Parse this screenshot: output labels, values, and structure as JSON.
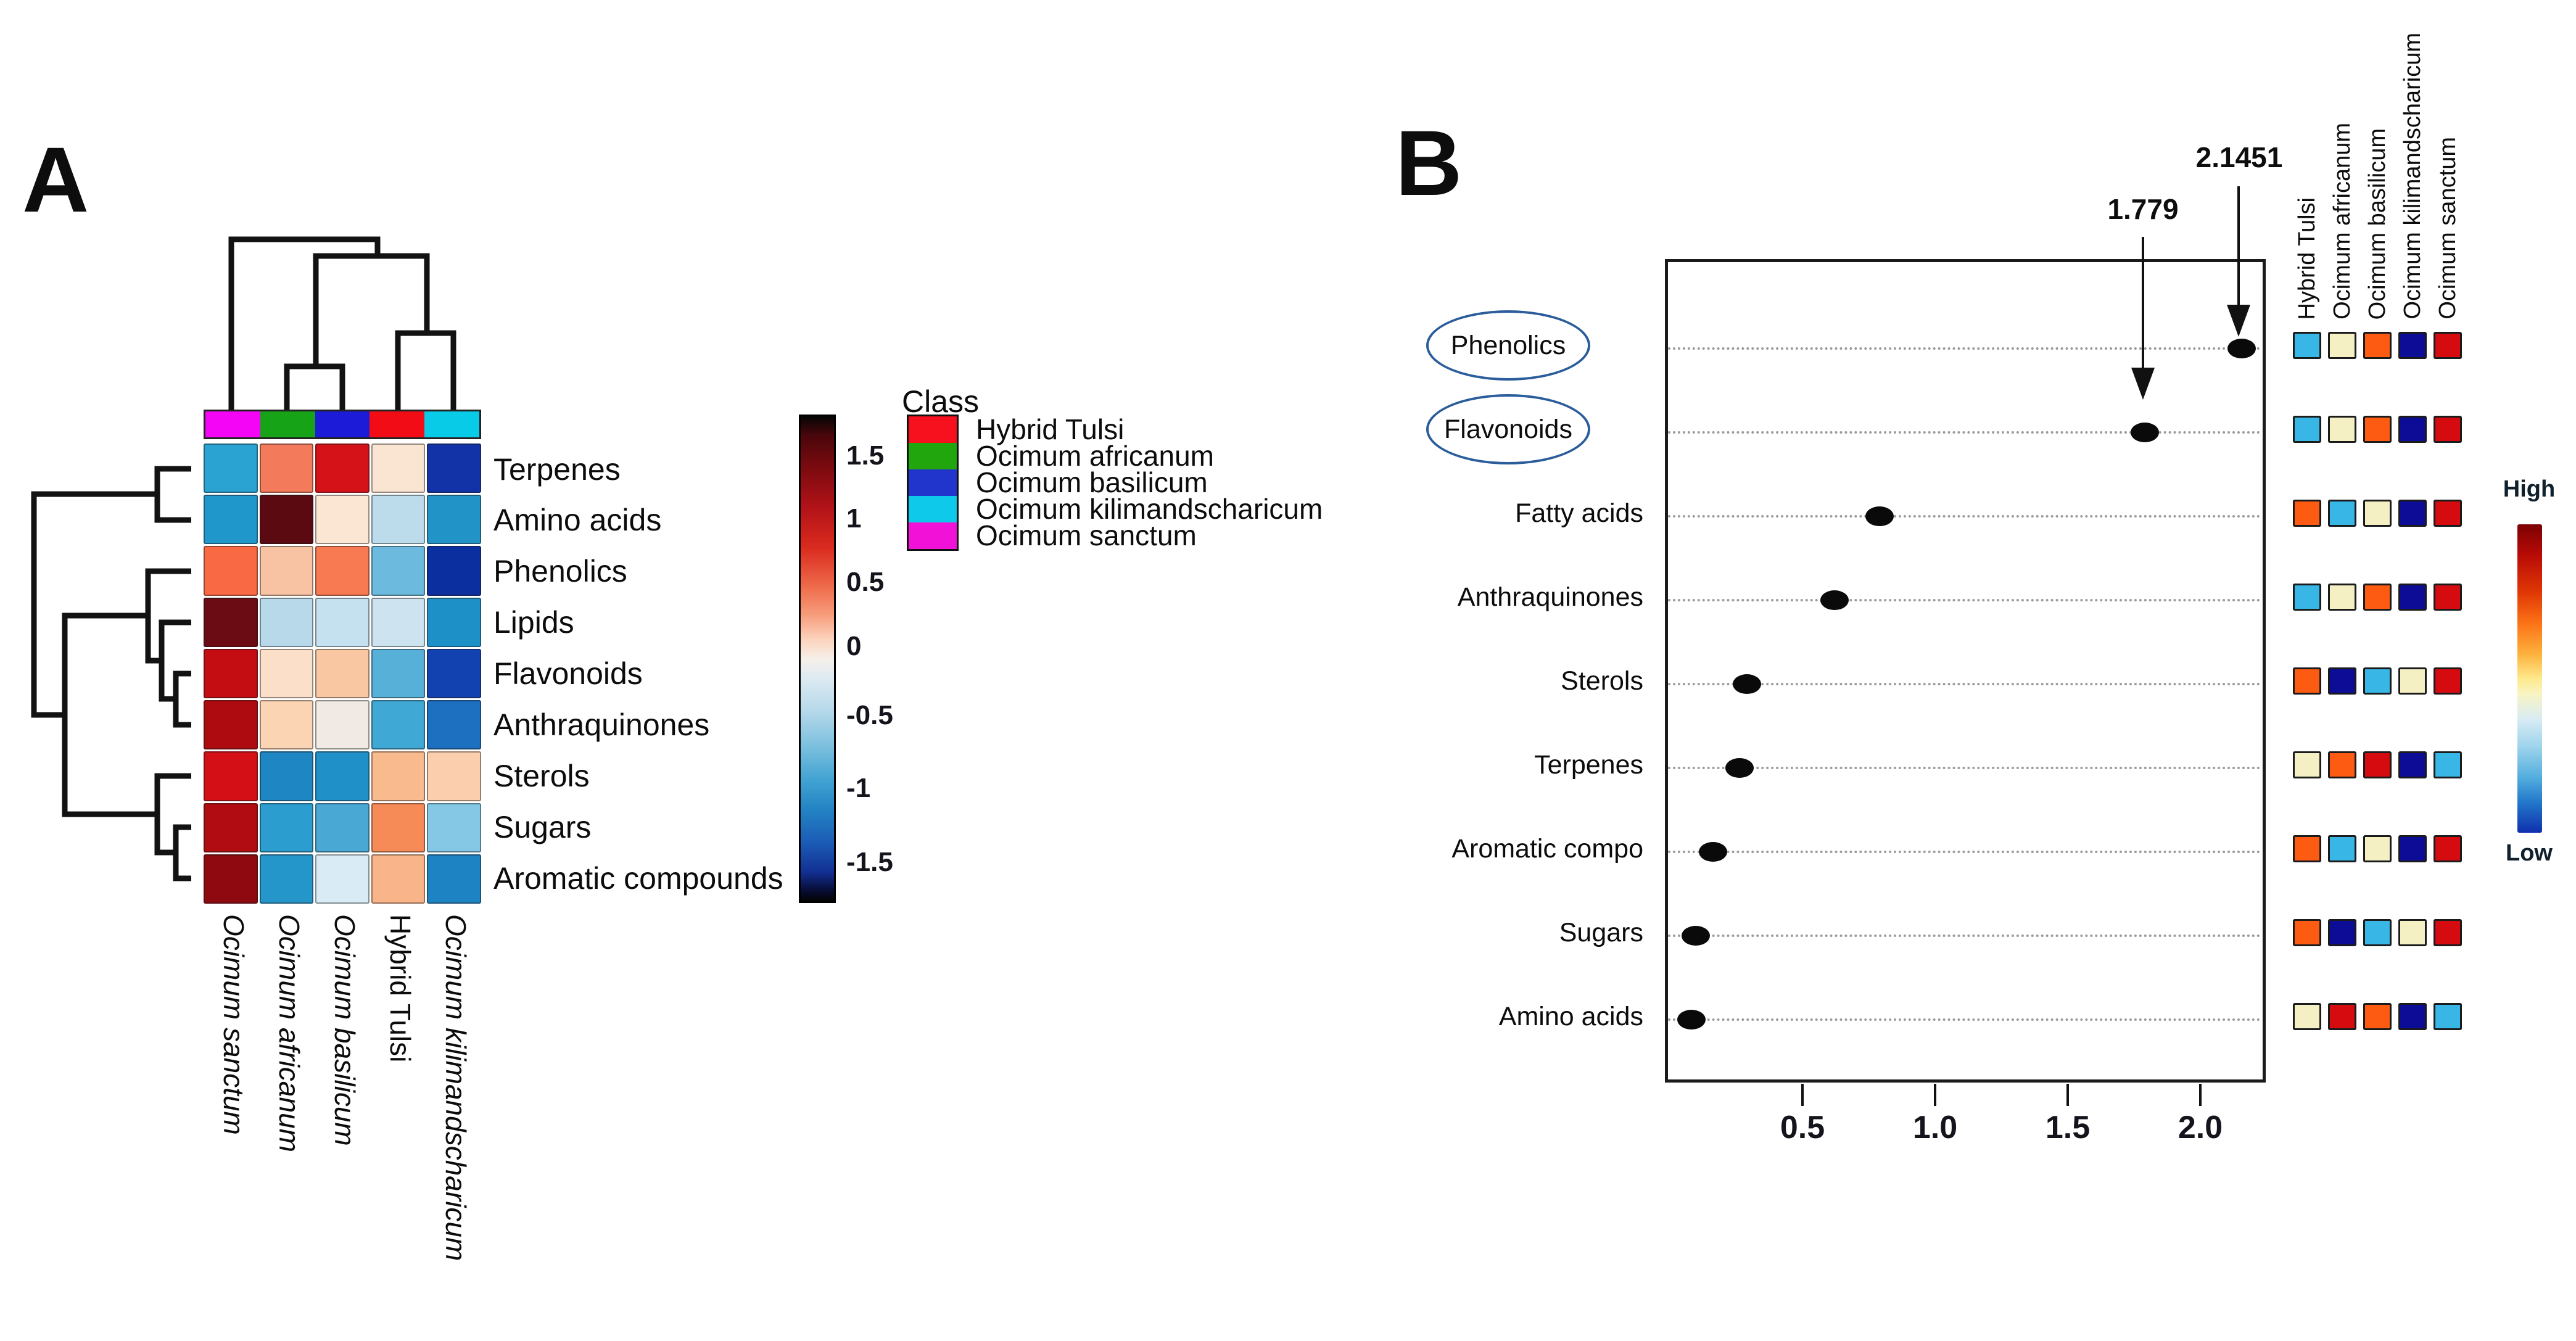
{
  "figure": {
    "panel_a": {
      "label": "A",
      "heatmap": {
        "columns": [
          "Ocimum sanctum",
          "Ocimum africanum",
          "Ocimum basilicum",
          "Hybrid Tulsi",
          "Ocimum kilimandscharicum"
        ],
        "column_italic": [
          true,
          true,
          true,
          false,
          true
        ],
        "class_strip_colors": [
          "#f505f5",
          "#17a317",
          "#1b1bd8",
          "#f20d16",
          "#08cbe8"
        ],
        "rows": [
          {
            "label": "Terpenes",
            "cells": [
              "#2ba3d2",
              "#f47a5c",
              "#d61219",
              "#fae4d2",
              "#1233a8"
            ]
          },
          {
            "label": "Amino acids",
            "cells": [
              "#2097cb",
              "#5c0a12",
              "#fbe5d3",
              "#bcdcec",
              "#2293c6"
            ]
          },
          {
            "label": "Phenolics",
            "cells": [
              "#f96944",
              "#f8c3a3",
              "#f87a52",
              "#6cbadd",
              "#0c2fa0"
            ]
          },
          {
            "label": "Lipids",
            "cells": [
              "#6b0c14",
              "#b8d9ea",
              "#c5e0ee",
              "#cde4f0",
              "#1e90c8"
            ]
          },
          {
            "label": "Flavonoids",
            "cells": [
              "#c40d12",
              "#fcdfc8",
              "#f9c8a2",
              "#56b0d8",
              "#1242b0"
            ]
          },
          {
            "label": "Anthraquinones",
            "cells": [
              "#ad0b10",
              "#fbd4b4",
              "#f0e9e4",
              "#3fa8d5",
              "#1d6fc0"
            ]
          },
          {
            "label": "Sterols",
            "cells": [
              "#d40f16",
              "#1f86c4",
              "#2090c9",
              "#f9ba8e",
              "#fbcfad"
            ]
          },
          {
            "label": "Sugars",
            "cells": [
              "#b00c11",
              "#2b9dce",
              "#49a9d4",
              "#f78b58",
              "#85c8e6"
            ]
          },
          {
            "label": "Aromatic compounds",
            "cells": [
              "#8f0a10",
              "#2596ca",
              "#d9ecf5",
              "#f9b489",
              "#1e83c3"
            ]
          }
        ]
      },
      "colorbar": {
        "ticks": [
          "1.5",
          "1",
          "0.5",
          "0",
          "-0.5",
          "-1",
          "-1.5"
        ]
      },
      "legend": {
        "title": "Class",
        "items": [
          {
            "label": "Hybrid Tulsi",
            "color": "#f7101d"
          },
          {
            "label": "Ocimum africanum",
            "color": "#22a60e"
          },
          {
            "label": "Ocimum basilicum",
            "color": "#2134cc"
          },
          {
            "label": "Ocimum kilimandscharicum",
            "color": "#0ec9e9"
          },
          {
            "label": "Ocimum sanctum",
            "color": "#f211d6"
          }
        ]
      }
    },
    "panel_b": {
      "label": "B",
      "vip": {
        "rows": [
          {
            "label": "Phenolics",
            "value": 2.1451,
            "circled": true,
            "cells": [
              "#38b6e6",
              "#f4f0c4",
              "#fd5a12",
              "#0c0c97",
              "#d50b10"
            ]
          },
          {
            "label": "Flavonoids",
            "value": 1.779,
            "circled": true,
            "cells": [
              "#38b6e6",
              "#f4f0c4",
              "#fd5a12",
              "#0c0c97",
              "#d50b10"
            ]
          },
          {
            "label": "Fatty acids",
            "value": 0.78,
            "circled": false,
            "cells": [
              "#fd5a12",
              "#38b6e6",
              "#f4f0c4",
              "#0c0c97",
              "#d50b10"
            ]
          },
          {
            "label": "Anthraquinones",
            "value": 0.61,
            "circled": false,
            "cells": [
              "#38b6e6",
              "#f4f0c4",
              "#fd5a12",
              "#0c0c97",
              "#d50b10"
            ]
          },
          {
            "label": "Sterols",
            "value": 0.28,
            "circled": false,
            "cells": [
              "#fd5a12",
              "#0c0c97",
              "#38b6e6",
              "#f4f0c4",
              "#d50b10"
            ]
          },
          {
            "label": "Terpenes",
            "value": 0.25,
            "circled": false,
            "cells": [
              "#f4f0c4",
              "#fd5a12",
              "#d50b10",
              "#0c0c97",
              "#38b6e6"
            ]
          },
          {
            "label": "Aromatic compo",
            "value": 0.15,
            "circled": false,
            "cells": [
              "#fd5a12",
              "#38b6e6",
              "#f4f0c4",
              "#0c0c97",
              "#d50b10"
            ]
          },
          {
            "label": "Sugars",
            "value": 0.085,
            "circled": false,
            "cells": [
              "#fd5a12",
              "#0c0c97",
              "#38b6e6",
              "#f4f0c4",
              "#d50b10"
            ]
          },
          {
            "label": "Amino acids",
            "value": 0.07,
            "circled": false,
            "cells": [
              "#f4f0c4",
              "#d50b10",
              "#fd5a12",
              "#0c0c97",
              "#38b6e6"
            ]
          }
        ],
        "columns": [
          "Hybrid Tulsi",
          "Ocimum africanum",
          "Ocimum basilicum",
          "Ocimum kilimandscharicum",
          "Ocimum sanctum"
        ],
        "x_ticks": [
          "0.5",
          "1.0",
          "1.5",
          "2.0"
        ],
        "annotations": [
          {
            "text": "2.1451",
            "points_to": "Phenolics"
          },
          {
            "text": "1.779",
            "points_to": "Flavonoids"
          }
        ],
        "scale": {
          "high": "High",
          "low": "Low"
        }
      }
    }
  },
  "chart_data": [
    {
      "type": "heatmap",
      "title": "A: Hierarchical clustering heatmap of metabolite classes across Ocimum species",
      "x_categories": [
        "Ocimum sanctum",
        "Ocimum africanum",
        "Ocimum basilicum",
        "Hybrid Tulsi",
        "Ocimum kilimandscharicum"
      ],
      "y_categories": [
        "Terpenes",
        "Amino acids",
        "Phenolics",
        "Lipids",
        "Flavonoids",
        "Anthraquinones",
        "Sterols",
        "Sugars",
        "Aromatic compounds"
      ],
      "colorbar_ticks": [
        1.5,
        1,
        0.5,
        0,
        -0.5,
        -1,
        -1.5
      ],
      "colorbar_range": [
        -1.5,
        1.5
      ],
      "values_est": [
        [
          -0.8,
          0.7,
          1.2,
          0.2,
          -1.4
        ],
        [
          -0.9,
          1.6,
          0.2,
          -0.4,
          -0.9
        ],
        [
          0.9,
          0.4,
          0.8,
          -0.7,
          -1.5
        ],
        [
          1.5,
          -0.4,
          -0.3,
          -0.3,
          -0.9
        ],
        [
          1.3,
          0.2,
          0.4,
          -0.7,
          -1.3
        ],
        [
          1.4,
          0.3,
          0.0,
          -0.8,
          -1.1
        ],
        [
          1.2,
          -0.9,
          -0.9,
          0.5,
          0.3
        ],
        [
          1.3,
          -0.8,
          -0.7,
          0.7,
          -0.5
        ],
        [
          1.5,
          -0.8,
          -0.1,
          0.5,
          -0.9
        ]
      ],
      "column_dendrogram": "((sanctum),((africanum,basilicum),(HybridTulsi,kilimandscharicum)))",
      "row_dendrogram": "((Terpenes,AminoAcids),((Phenolics,(Lipids,(Flavonoids,Anthraquinones))),(Sterols,(Sugars,AromaticCompounds))))",
      "legend_title": "Class",
      "grid": false
    },
    {
      "type": "scatter",
      "title": "B: VIP score plot with relative-abundance mini heatmap",
      "categories": [
        "Phenolics",
        "Flavonoids",
        "Fatty acids",
        "Anthraquinones",
        "Sterols",
        "Terpenes",
        "Aromatic compo",
        "Sugars",
        "Amino acids"
      ],
      "values": [
        2.1451,
        1.779,
        0.78,
        0.61,
        0.28,
        0.25,
        0.15,
        0.085,
        0.07
      ],
      "labeled_points": {
        "Phenolics": 2.1451,
        "Flavonoids": 1.779
      },
      "xlabel": "",
      "ylabel": "",
      "x_ticks": [
        0.5,
        1.0,
        1.5,
        2.0
      ],
      "xlim": [
        0.0,
        2.26
      ],
      "legend_position": "right",
      "mini_heatmap_columns": [
        "Hybrid Tulsi",
        "Ocimum africanum",
        "Ocimum basilicum",
        "Ocimum kilimandscharicum",
        "Ocimum sanctum"
      ],
      "mini_heatmap_scale": [
        "High",
        "Low"
      ],
      "grid": "horizontal-dotted"
    }
  ]
}
